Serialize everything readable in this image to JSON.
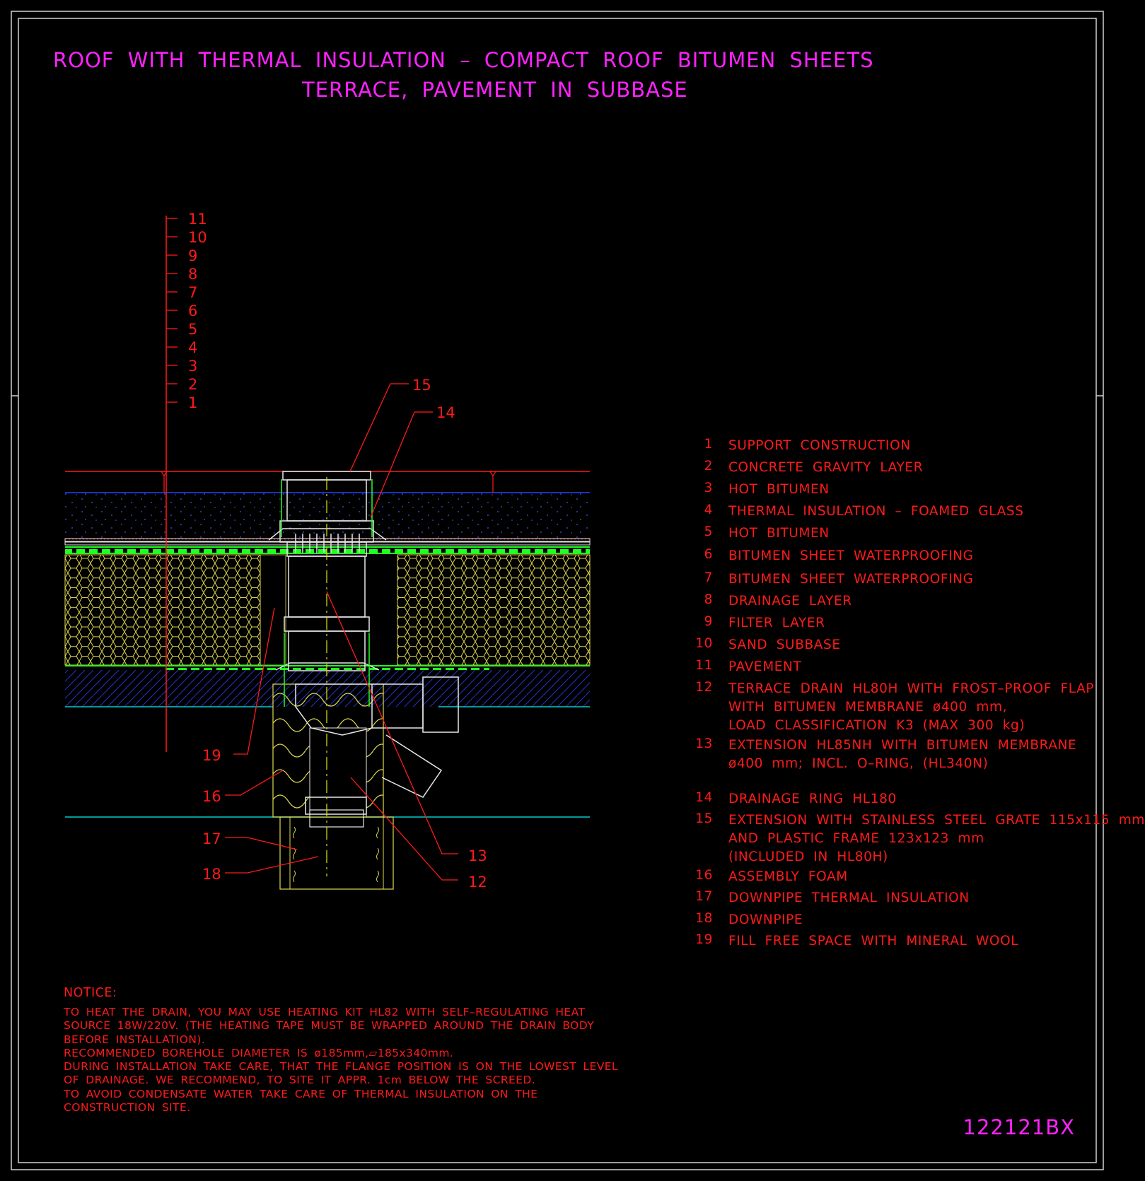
{
  "title": {
    "line1": "ROOF WITH THERMAL INSULATION – COMPACT ROOF BITUMEN SHEETS",
    "line2": "TERRACE, PAVEMENT IN SUBBASE"
  },
  "layer_stack_numbers": [
    "11",
    "10",
    "9",
    "8",
    "7",
    "6",
    "5",
    "4",
    "3",
    "2",
    "1"
  ],
  "callouts": [
    "15",
    "14",
    "19",
    "16",
    "17",
    "18",
    "13",
    "12"
  ],
  "legend": [
    {
      "num": "1",
      "lines": [
        "SUPPORT CONSTRUCTION"
      ]
    },
    {
      "num": "2",
      "lines": [
        "CONCRETE GRAVITY LAYER"
      ]
    },
    {
      "num": "3",
      "lines": [
        "HOT BITUMEN"
      ]
    },
    {
      "num": "4",
      "lines": [
        "THERMAL INSULATION – FOAMED GLASS"
      ]
    },
    {
      "num": "5",
      "lines": [
        "HOT BITUMEN"
      ]
    },
    {
      "num": "6",
      "lines": [
        "BITUMEN SHEET WATERPROOFING"
      ]
    },
    {
      "num": "7",
      "lines": [
        "BITUMEN SHEET WATERPROOFING"
      ]
    },
    {
      "num": "8",
      "lines": [
        "DRAINAGE LAYER"
      ]
    },
    {
      "num": "9",
      "lines": [
        "FILTER LAYER"
      ]
    },
    {
      "num": "10",
      "lines": [
        "SAND SUBBASE"
      ]
    },
    {
      "num": "11",
      "lines": [
        "PAVEMENT"
      ]
    },
    {
      "num": "12",
      "lines": [
        "TERRACE DRAIN HL80H WITH FROST–PROOF FLAP",
        "WITH BITUMEN MEMBRANE ø400 mm,",
        "LOAD CLASSIFICATION K3 (MAX 300 kg)"
      ]
    },
    {
      "num": "13",
      "lines": [
        "EXTENSION HL85NH WITH BITUMEN MEMBRANE",
        "ø400 mm; INCL. O–RING, (HL340N)"
      ]
    },
    {
      "num": "14",
      "lines": [
        "DRAINAGE RING HL180"
      ]
    },
    {
      "num": "15",
      "lines": [
        "EXTENSION WITH STAINLESS STEEL GRATE 115x115 mm",
        "AND PLASTIC FRAME 123x123 mm",
        "(INCLUDED IN HL80H)"
      ]
    },
    {
      "num": "16",
      "lines": [
        "ASSEMBLY FOAM"
      ]
    },
    {
      "num": "17",
      "lines": [
        "DOWNPIPE THERMAL INSULATION"
      ]
    },
    {
      "num": "18",
      "lines": [
        "DOWNPIPE"
      ]
    },
    {
      "num": "19",
      "lines": [
        "FILL FREE SPACE WITH MINERAL WOOL"
      ]
    }
  ],
  "notice": {
    "heading": "NOTICE:",
    "lines": [
      "TO HEAT THE DRAIN, YOU MAY USE HEATING KIT HL82 WITH SELF–REGULATING HEAT",
      "SOURCE 18W/220V. (THE HEATING TAPE MUST BE WRAPPED AROUND THE DRAIN BODY",
      "BEFORE INSTALLATION).",
      "RECOMMENDED BOREHOLE DIAMETER IS ø185mm,▱185x340mm.",
      "DURING INSTALLATION TAKE CARE, THAT THE FLANGE POSITION IS ON THE LOWEST LEVEL",
      "OF DRAINAGE. WE RECOMMEND, TO SITE IT APPR. 1cm BELOW THE SCREED.",
      "TO AVOID CONDENSATE WATER TAKE CARE OF THERMAL INSULATION ON THE",
      "CONSTRUCTION SITE."
    ]
  },
  "drawing_code": "122121BX",
  "colors": {
    "background": "#000000",
    "title": "#ff22ff",
    "annotation": "#ff1a1a",
    "insulation": "#e8e060",
    "waterproofing": "#22ff22",
    "concrete": "#2244ff",
    "drain": "#e8e8e8",
    "axis": "#e6e600",
    "layer_line": "#00cccc"
  }
}
